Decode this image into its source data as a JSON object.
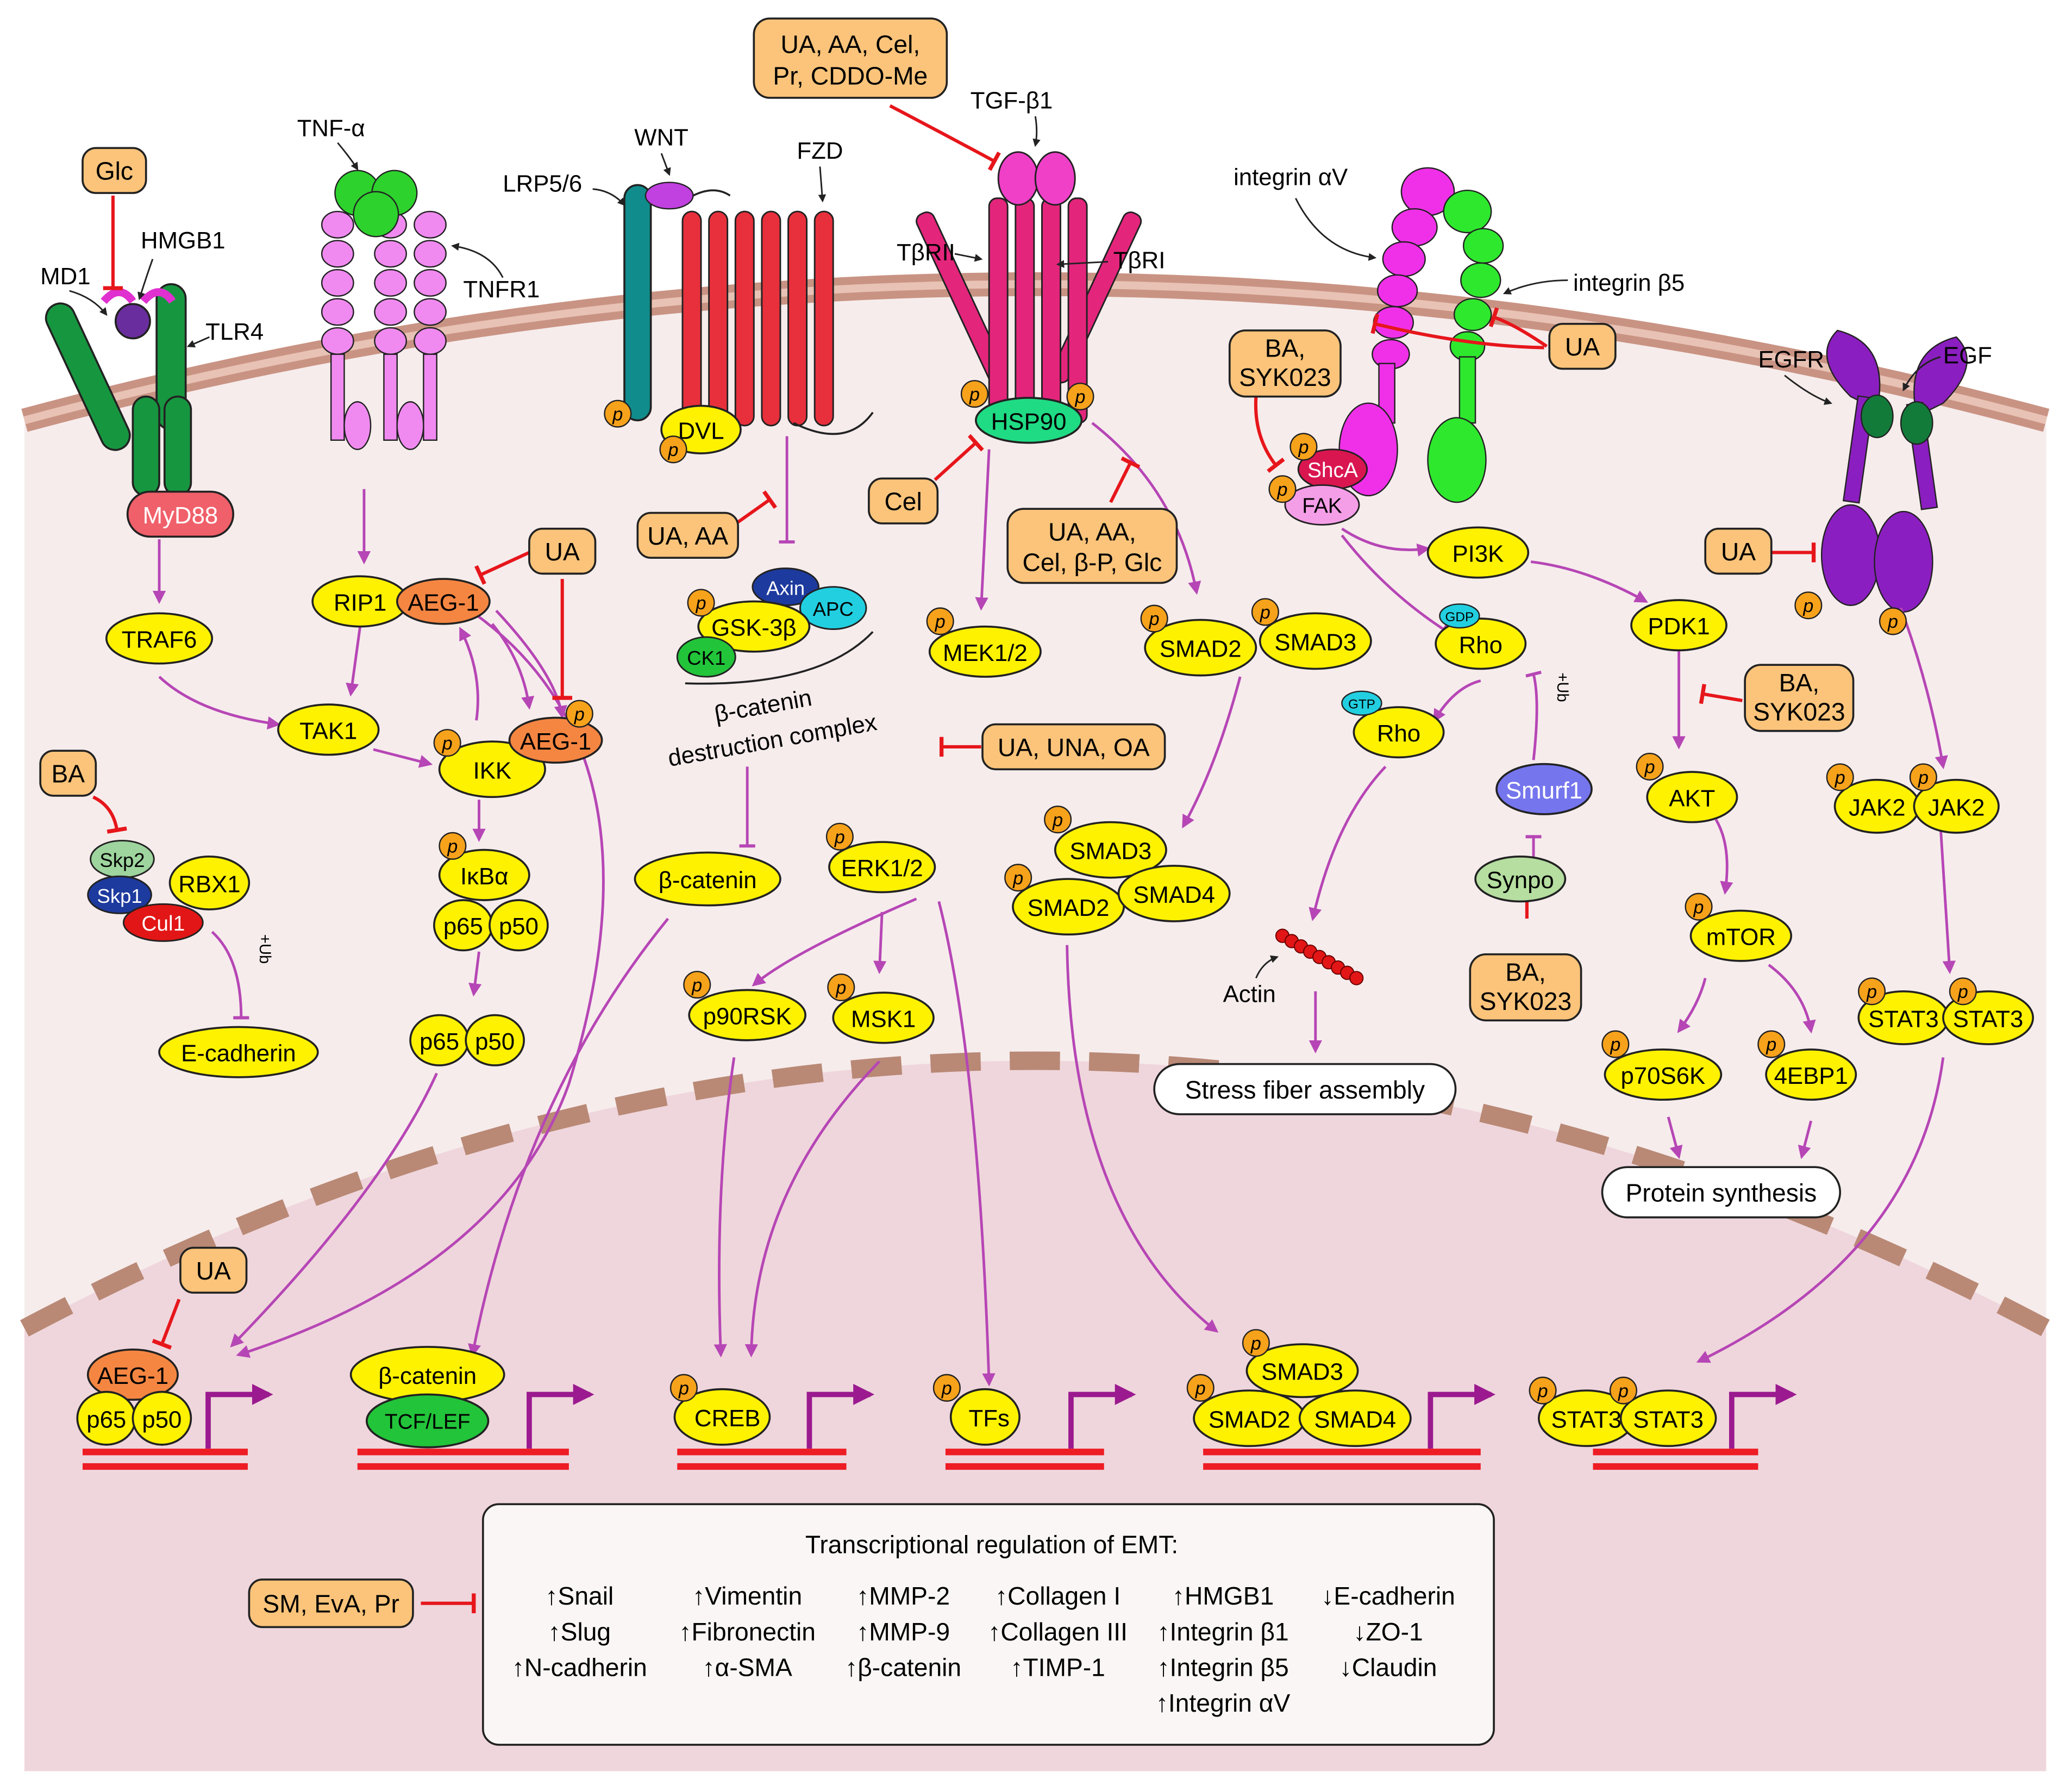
{
  "colors": {
    "cytoplasm": "#f6ecec",
    "nucleus": "#efd6dc",
    "membrane": "#c99383",
    "membrane_core": "#e3b3a5",
    "nuc_dash": "#b98976",
    "arrow": "#b646b5",
    "inhibit": "#e6161b",
    "drug": "#fbc47a",
    "drug_stroke": "#222222",
    "protein": "#fff200",
    "phospho": "#f7a21b",
    "dna": "#ee1c24",
    "tss": "#9b1a8f"
  },
  "drugs": {
    "glc": "Glc",
    "ba1_a": "BA",
    "ua_rip": "UA",
    "ua_aa": "UA, AA",
    "ua_tgf_l1": "UA, AA, Cel,",
    "ua_tgf_l2": "Pr, CDDO-Me",
    "cel": "Cel",
    "ua_hsp_l1": "UA, AA,",
    "ua_hsp_l2": "Cel, β-P, Glc",
    "ua_una": "UA, UNA, OA",
    "ba_syk_l1": "BA,",
    "ba_syk_l2": "SYK023",
    "ua_int": "UA",
    "ua_egfr": "UA",
    "ba_pdk_l1": "BA,",
    "ba_pdk_l2": "SYK023",
    "ba_syn_l1": "BA,",
    "ba_syn_l2": "SYK023",
    "ua_nuc": "UA",
    "sm": "SM, EvA, Pr"
  },
  "labels": {
    "tnfa": "TNF-α",
    "wnt": "WNT",
    "fzd": "FZD",
    "lrp": "LRP5/6",
    "tgf": "TGF-β1",
    "tbrii": "TβRII",
    "tbri": "TβRI",
    "int_av": "integrin αV",
    "int_b5": "integrin β5",
    "egfr": "EGFR",
    "egf": "EGF",
    "md1": "MD1",
    "hmgb1": "HMGB1",
    "tlr4": "TLR4",
    "tnfr1": "TNFR1",
    "destr_l1": "β-catenin",
    "destr_l2": "destruction complex",
    "actin": "Actin",
    "ub1": "+Ub",
    "ub2": "+Ub",
    "p": "p",
    "gdp": "GDP",
    "gtp": "GTP"
  },
  "proteins": {
    "myd88": "MyD88",
    "traf6": "TRAF6",
    "tak1": "TAK1",
    "rip1": "RIP1",
    "aeg1_a": "AEG-1",
    "aeg1_b": "AEG-1",
    "ikk": "IKK",
    "ikba": "IκBα",
    "p65_a": "p65",
    "p50_a": "p50",
    "p65_b": "p65",
    "p50_b": "p50",
    "skp2": "Skp2",
    "skp1": "Skp1",
    "rbx1": "RBX1",
    "cul1": "Cul1",
    "ecad": "E-cadherin",
    "dvl": "DVL",
    "axin": "Axin",
    "apc": "APC",
    "gsk": "GSK-3β",
    "ck1": "CK1",
    "bcat": "β-catenin",
    "hsp90": "HSP90",
    "mek": "MEK1/2",
    "erk": "ERK1/2",
    "p90rsk": "p90RSK",
    "msk1": "MSK1",
    "smad2_a": "SMAD2",
    "smad3_a": "SMAD3",
    "smad3_b": "SMAD3",
    "smad2_b": "SMAD2",
    "smad4_b": "SMAD4",
    "shca": "ShcA",
    "fak": "FAK",
    "pi3k": "PI3K",
    "pdk1": "PDK1",
    "akt": "AKT",
    "mtor": "mTOR",
    "p70": "p70S6K",
    "ebp": "4EBP1",
    "rho_gdp": "Rho",
    "rho_gtp": "Rho",
    "smurf1": "Smurf1",
    "synpo": "Synpo",
    "jak2_a": "JAK2",
    "jak2_b": "JAK2",
    "stat3_a": "STAT3",
    "stat3_b": "STAT3",
    "n_aeg1": "AEG-1",
    "n_p65": "p65",
    "n_p50": "p50",
    "n_bcat": "β-catenin",
    "n_tcf": "TCF/LEF",
    "n_creb": "CREB",
    "n_tfs": "TFs",
    "n_smad3": "SMAD3",
    "n_smad2": "SMAD2",
    "n_smad4": "SMAD4",
    "n_stat3_a": "STAT3",
    "n_stat3_b": "STAT3"
  },
  "outcomes": {
    "stress": "Stress fiber assembly",
    "protein_syn": "Protein synthesis"
  },
  "emt": {
    "title": "Transcriptional regulation of EMT:",
    "col1": [
      "↑Snail",
      "↑Slug",
      "↑N-cadherin"
    ],
    "col2": [
      "↑Vimentin",
      "↑Fibronectin",
      "↑α-SMA"
    ],
    "col3": [
      "↑MMP-2",
      "↑MMP-9",
      "↑β-catenin"
    ],
    "col4": [
      "↑Collagen I",
      "↑Collagen III",
      "↑TIMP-1"
    ],
    "col5": [
      "↑HMGB1",
      "↑Integrin β1",
      "↑Integrin β5",
      "↑Integrin αV"
    ],
    "col6": [
      "↓E-cadherin",
      "↓ZO-1",
      "↓Claudin"
    ]
  }
}
